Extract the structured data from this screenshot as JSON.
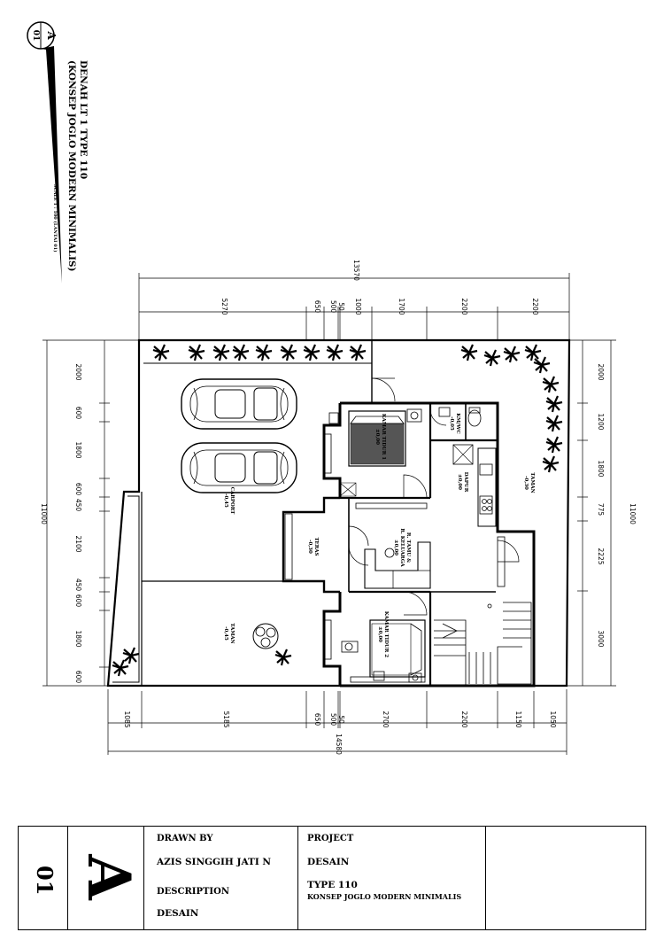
{
  "title": {
    "line1": "DENAH LT 1 TYPE 110",
    "line2": "(KONSEP JOGLO MODERN MINIMALIS)",
    "scale": "SCALE 1 : 100 (LANTAI 01)",
    "marker_letter": "A",
    "marker_number": "01"
  },
  "dimensions": {
    "overall_top": "13570",
    "top": [
      "5270",
      "650",
      "500",
      "50",
      "1000",
      "1700",
      "2200",
      "2200"
    ],
    "overall_bottom": "14580",
    "bottom": [
      "1085",
      "5185",
      "650",
      "500",
      "50",
      "2700",
      "2200",
      "1150",
      "1050"
    ],
    "overall_left": "11000",
    "left": [
      "2000",
      "600",
      "1800",
      "600",
      "450",
      "2100",
      "450",
      "600",
      "1800",
      "600"
    ],
    "overall_right": "11000",
    "right": [
      "2000",
      "1200",
      "1800",
      "775",
      "2225",
      "3000"
    ]
  },
  "rooms": {
    "carport": "CARPORT",
    "carport_level": "-0,45",
    "taman_front": "TAMAN",
    "taman_front_level": "-0,45",
    "taman_back": "TAMAN",
    "taman_back_level": "-0,30",
    "teras": "TERAS",
    "teras_level": "-0,30",
    "kamar_tidur_1": "KAMAR TIDUR 1",
    "kamar_tidur_1_level": "±0,00",
    "kamar_tidur_2": "KAMAR TIDUR 2",
    "kamar_tidur_2_level": "±0,00",
    "ruang_tamu": "R. TAMU &",
    "ruang_keluarga": "R. KELUARGA",
    "ruang_tamu_level": "±0,00",
    "dapur": "DAPUR",
    "dapur_level": "±0,00",
    "kmwc": "KM/WC",
    "kmwc_level": "-0,05"
  },
  "title_block": {
    "sheet_number": "01",
    "sheet_letter": "A",
    "drawn_by_label": "DRAWN BY",
    "drawn_by": "AZIS SINGGIH JATI N",
    "description_label": "DESCRIPTION",
    "description": "DESAIN",
    "project_label": "PROJECT",
    "project": "DESAIN",
    "project_type": "TYPE 110",
    "project_concept": "KONSEP JOGLO MODERN MINIMALIS"
  }
}
